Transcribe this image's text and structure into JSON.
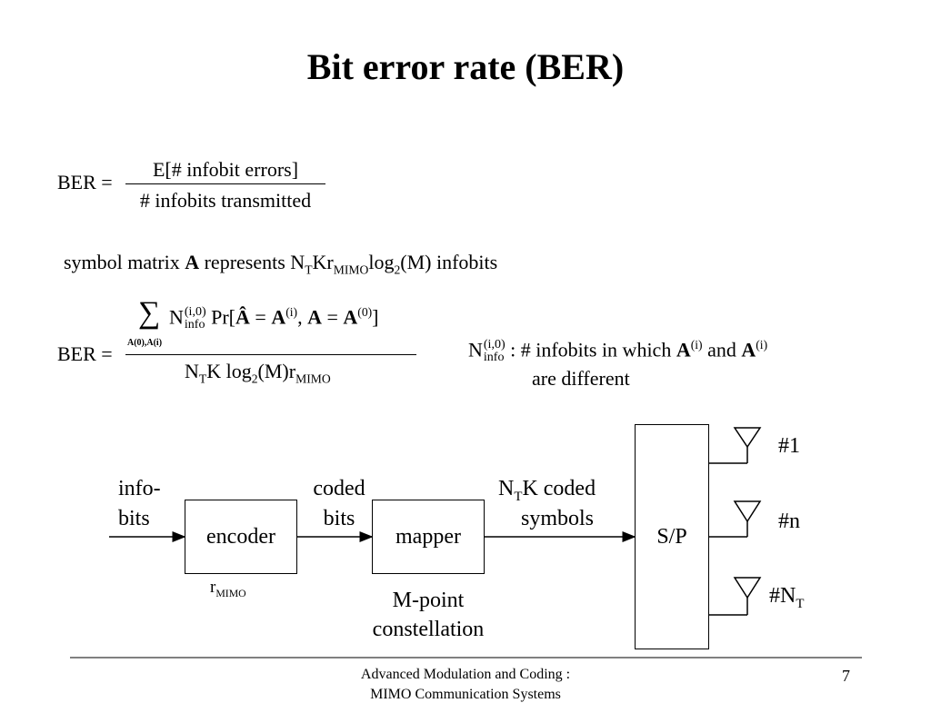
{
  "slide": {
    "title": "Bit error rate (BER)",
    "page_number": "7"
  },
  "eq1": {
    "lhs": "BER =",
    "numerator": "E[# infobit errors]",
    "denominator": "# infobits transmitted"
  },
  "symbol_line": {
    "prefix": "symbol matrix ",
    "matrix": "A",
    "mid": " represents N",
    "sub_T": "T",
    "kr": "Kr",
    "sub_mimo": "MIMO",
    "log": "log",
    "sub_2": "2",
    "suffix": "(M) infobits"
  },
  "eq2": {
    "lhs": "BER =",
    "sigma": "∑",
    "sum_under": "A(0),A(i)",
    "n": "N",
    "sup_i0": "(i,0)",
    "sub_info": "info",
    "pr": "Pr[",
    "ahat": "Â",
    "eq_a": " = ",
    "a1": "A",
    "sup_i": "(i)",
    "comma": ", ",
    "a2": "A",
    "a3": "A",
    "sup_0": "(0)",
    "close": "]",
    "den_n": "N",
    "den_sub_T": "T",
    "den_k": "K log",
    "den_sub_2": "2",
    "den_m": "(M)r",
    "den_sub_mimo": "MIMO"
  },
  "definition": {
    "n": "N",
    "sup_i0": "(i,0)",
    "sub_info": "info",
    "text1": " : # infobits in which ",
    "a1": "A",
    "sup_i1": "(i)",
    "and": " and ",
    "a2": "A",
    "sup_i2": "(i)",
    "line2": "are different"
  },
  "diagram": {
    "input_label_1": "info-",
    "input_label_2": "bits",
    "encoder": "encoder",
    "encoder_rate": "r",
    "encoder_rate_sub": "MIMO",
    "coded_1": "coded",
    "coded_2": "bits",
    "mapper": "mapper",
    "mapper_note_1": "M-point",
    "mapper_note_2": "constellation",
    "symbols_n": "N",
    "symbols_sub": "T",
    "symbols_rest": "K coded",
    "symbols_2": "symbols",
    "sp": "S/P",
    "ant1": "#1",
    "antn": "#n",
    "antN": "#N",
    "antN_sub": "T"
  },
  "footer": {
    "line1": "Advanced Modulation and Coding :",
    "line2": "MIMO Communication Systems"
  }
}
